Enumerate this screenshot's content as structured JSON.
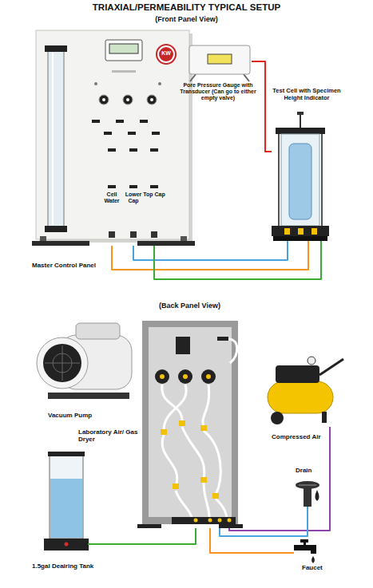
{
  "diagram": {
    "title": "TRIAXIAL/PERMEABILITY TYPICAL SETUP",
    "nodes": [
      {
        "text": [
          "Cell Water",
          "Lower Cap",
          "Top Cap",
          "Master Control Panel"
        ]
      },
      {
        "text": [
          "Pore Pressure Gauge with Transducer (Can go to either empty valve)"
        ]
      },
      {
        "text": [
          "Test Cell with Specimen Height Indicator"
        ]
      },
      {
        "text": [
          "Vacuum Pump"
        ]
      },
      {
        "text": [
          "(Back Panel View)"
        ]
      },
      {
        "text": [
          "Compressed Air"
        ]
      },
      {
        "text": [
          "1.5gal Deairing Tank"
        ]
      },
      {
        "text": [
          "Drain"
        ]
      },
      {
        "text": [
          "Faucet"
        ]
      }
    ],
    "edges": [
      {
        "from": 0,
        "to": 2,
        "arrow": "none"
      },
      {
        "from": 0,
        "to": 2,
        "arrow": "none"
      },
      {
        "from": 0,
        "to": 2,
        "arrow": "none"
      },
      {
        "from": 1,
        "to": 2,
        "arrow": "none"
      },
      {
        "from": 6,
        "to": 4,
        "arrow": "none"
      },
      {
        "from": 5,
        "to": 4,
        "arrow": "none"
      },
      {
        "from": 4,
        "to": 7,
        "arrow": "none"
      },
      {
        "from": 4,
        "to": 8,
        "arrow": "none"
      }
    ],
    "labels": [
      "(Front Panel View)",
      "Laboratory Air/ Gas Dryer",
      "KW"
    ]
  }
}
